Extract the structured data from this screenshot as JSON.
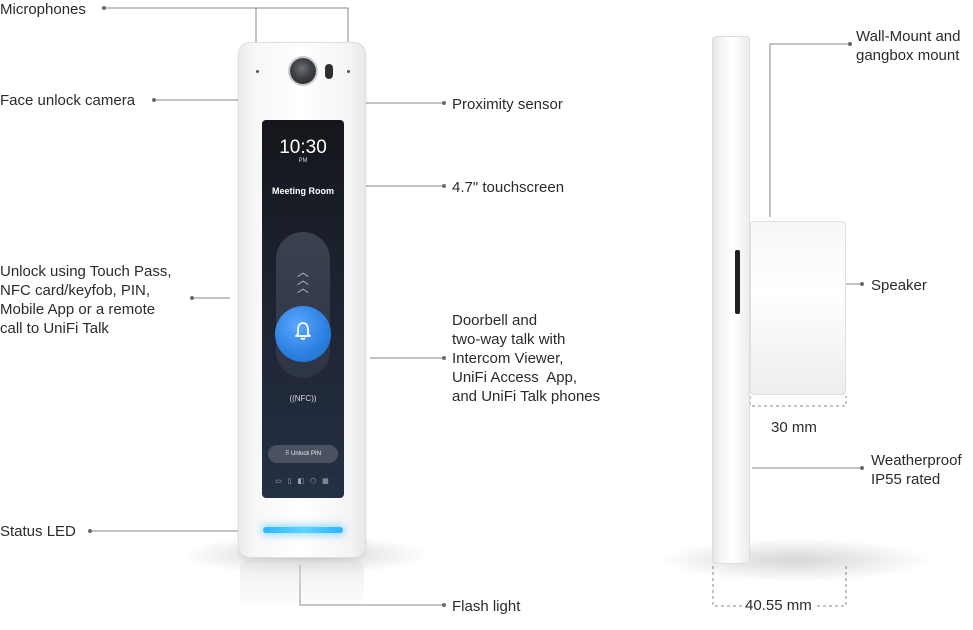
{
  "callouts": {
    "microphones": "Microphones",
    "face_camera": "Face unlock camera",
    "proximity": "Proximity sensor",
    "touchscreen": "4.7\" touchscreen",
    "unlock": "Unlock using Touch Pass,\nNFC card/keyfob, PIN,\nMobile App or a remote\ncall to UniFi Talk",
    "doorbell": "Doorbell and\ntwo-way talk with\nIntercom Viewer,\nUniFi Access  App,\nand UniFi Talk phones",
    "status_led": "Status LED",
    "flash": "Flash light",
    "wall_mount": "Wall-Mount and\ngangbox mount",
    "speaker": "Speaker",
    "weatherproof": "Weatherproof\nIP55 rated"
  },
  "dimensions": {
    "depth_box": "30 mm",
    "depth_total": "40.55 mm"
  },
  "screen": {
    "time": "10:30",
    "ampm": "PM",
    "room": "Meeting Room",
    "nfc": "((NFC))",
    "pin_button": "Unlock PIN"
  },
  "colors": {
    "led": "#3cc0ff",
    "bell": "#2b7fe0",
    "leader": "#7a7a7a"
  }
}
